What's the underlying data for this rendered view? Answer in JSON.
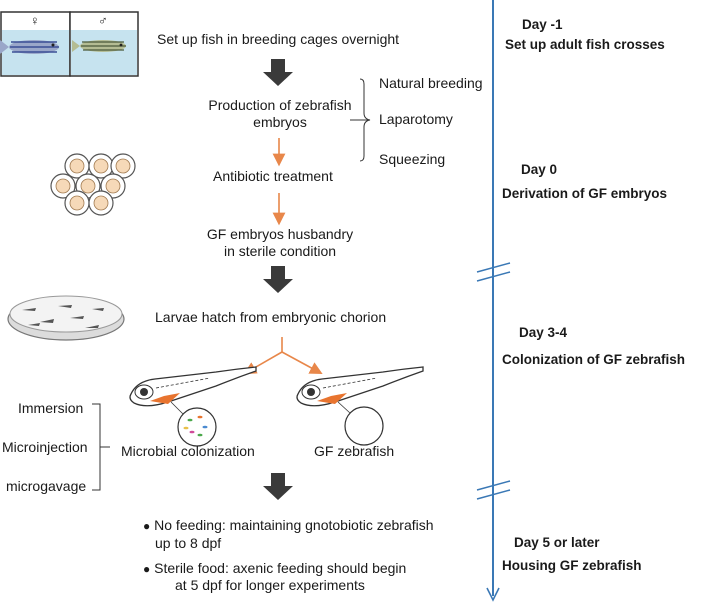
{
  "sex_symbols": {
    "female": "♀",
    "male": "♂"
  },
  "steps": {
    "setup": "Set up fish in breeding cages overnight",
    "production_line1": "Production of zebrafish",
    "production_line2": "embryos",
    "antibiotic": "Antibiotic treatment",
    "husbandry_line1": "GF embryos husbandry",
    "husbandry_line2": "in sterile condition",
    "hatch": "Larvae hatch from embryonic chorion",
    "microbial": "Microbial colonization",
    "gf_zebrafish": "GF zebrafish"
  },
  "methods": [
    "Natural breeding",
    "Laparotomy",
    "Squeezing"
  ],
  "colonization_methods": [
    "Immersion",
    "Microinjection",
    "microgavage"
  ],
  "housing_notes": [
    {
      "bullet": "●",
      "line1": "No feeding: maintaining gnotobiotic zebrafish",
      "line2": "up to 8 dpf"
    },
    {
      "bullet": "●",
      "line1": "Sterile food: axenic feeding  should begin",
      "line2": "at 5 dpf for longer experiments"
    }
  ],
  "timeline": [
    {
      "day": "Day -1",
      "label": "Set up adult fish crosses"
    },
    {
      "day": "Day 0",
      "label": "Derivation of GF embryos"
    },
    {
      "day": "Day 3-4",
      "label": "Colonization of GF zebrafish"
    },
    {
      "day": "Day 5 or later",
      "label": "Housing GF zebrafish"
    }
  ],
  "colors": {
    "timeline_blue": "#3a78b5",
    "orange_arrow": "#e8874a",
    "dark_arrow": "#3a3a3a",
    "water": "#c6e3ef",
    "embryo_fill": "#f6d9b8",
    "gut_orange": "#e8742f"
  }
}
